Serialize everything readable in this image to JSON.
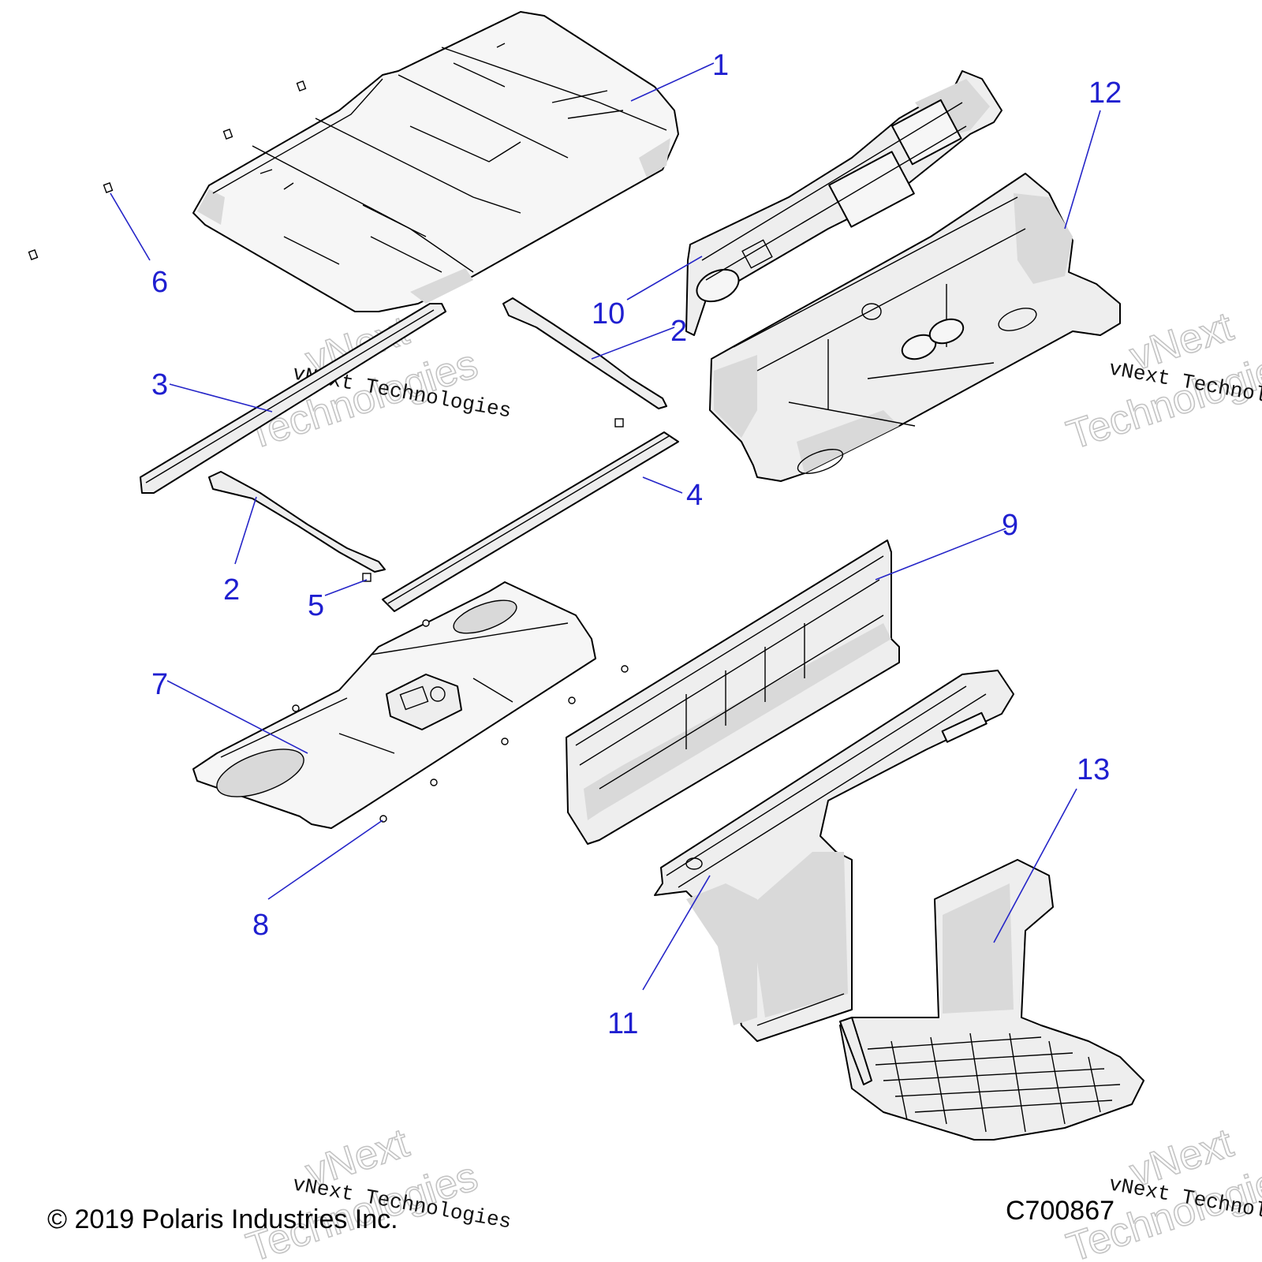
{
  "diagram": {
    "copyright": "© 2019 Polaris Industries Inc.",
    "figure_code": "C700867",
    "watermark_lines": [
      "vNext Technologies",
      "vNext",
      "Technologies"
    ],
    "callouts": [
      {
        "id": "1",
        "label": "1"
      },
      {
        "id": "2a",
        "label": "2"
      },
      {
        "id": "2b",
        "label": "2"
      },
      {
        "id": "3",
        "label": "3"
      },
      {
        "id": "4",
        "label": "4"
      },
      {
        "id": "5",
        "label": "5"
      },
      {
        "id": "6",
        "label": "6"
      },
      {
        "id": "7",
        "label": "7"
      },
      {
        "id": "8",
        "label": "8"
      },
      {
        "id": "9",
        "label": "9"
      },
      {
        "id": "10",
        "label": "10"
      },
      {
        "id": "11",
        "label": "11"
      },
      {
        "id": "12",
        "label": "12"
      },
      {
        "id": "13",
        "label": "13"
      }
    ],
    "colors": {
      "callout": "#1f1fd0",
      "leader": "#2525c8",
      "part_fill": "#eeeeee"
    }
  }
}
